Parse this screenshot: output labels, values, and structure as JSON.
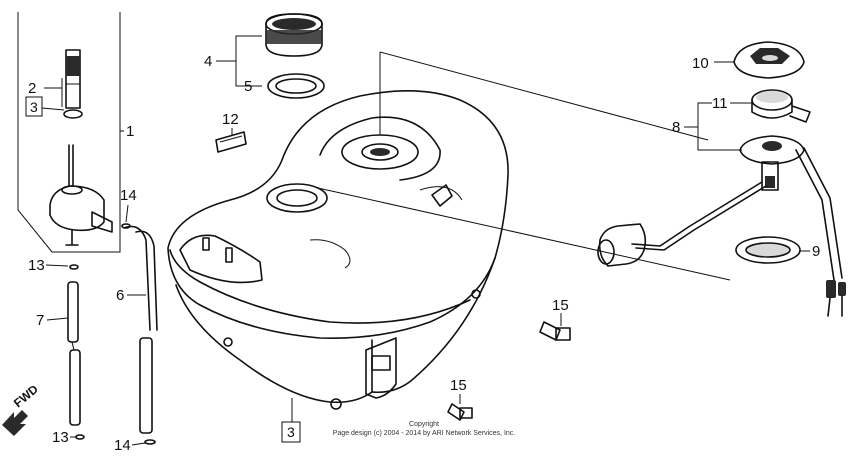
{
  "callouts": {
    "c1": "1",
    "c2": "2",
    "c3a": "3",
    "c3b": "3",
    "c4": "4",
    "c5": "5",
    "c6": "6",
    "c7": "7",
    "c8": "8",
    "c9": "9",
    "c10": "10",
    "c11": "11",
    "c12": "12",
    "c13a": "13",
    "c13b": "13",
    "c14a": "14",
    "c14b": "14",
    "c15a": "15",
    "c15b": "15"
  },
  "direction_label": "FWD",
  "copyright": {
    "line1": "Copyright",
    "line2": "Page design (c) 2004 - 2014 by ARI Network Services, Inc."
  }
}
